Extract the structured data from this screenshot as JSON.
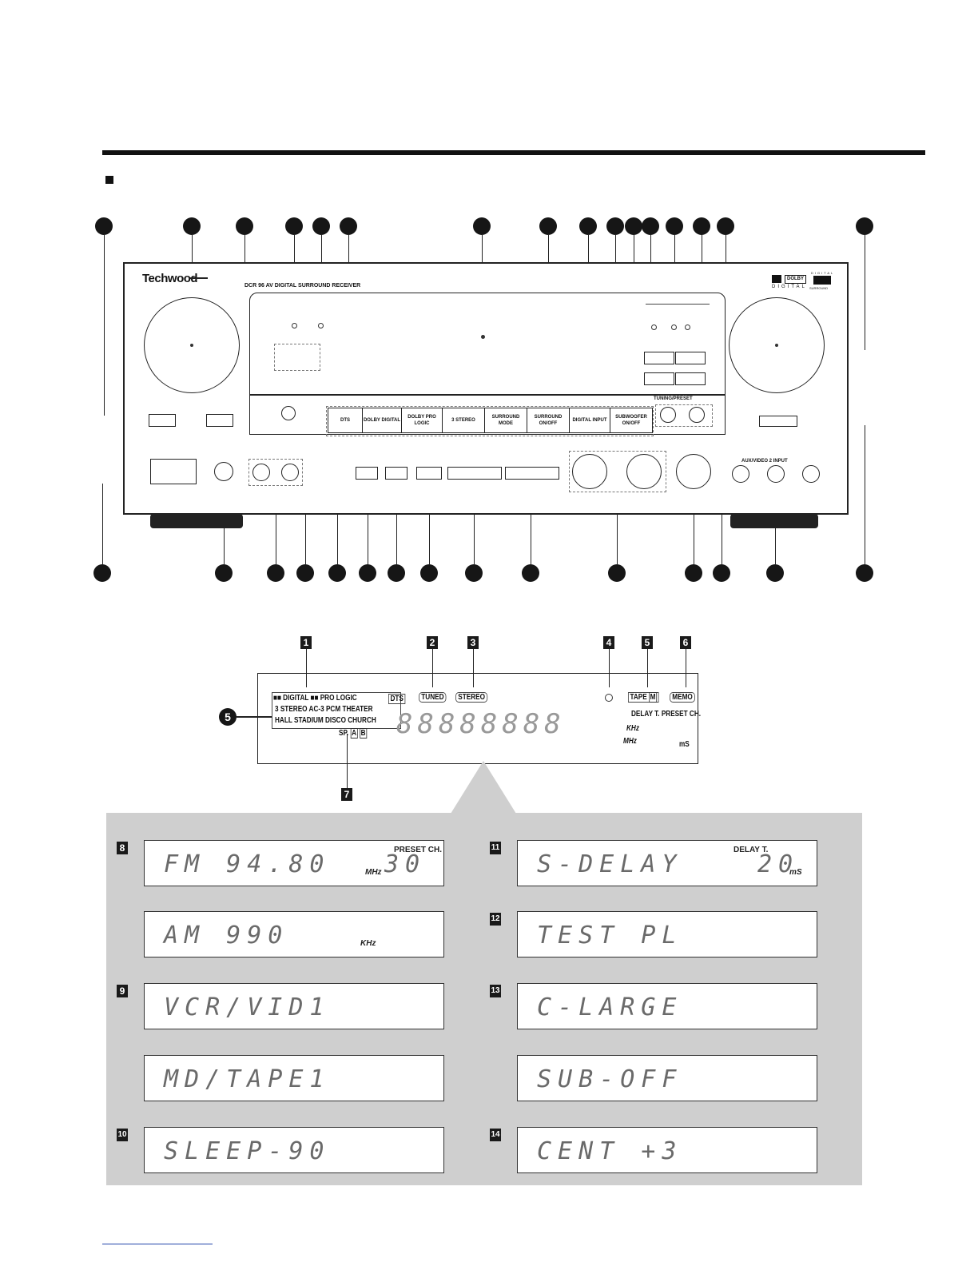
{
  "receiver": {
    "brand": "Techwood",
    "model_text": "DCR 96 AV DIGITAL SURROUND RECEIVER",
    "dolby_badge": "DOLBY",
    "dolby_text": "DIGITAL",
    "dts_top": "DIGITAL",
    "dts_bottom": "SURROUND",
    "buttons": {
      "dts": "DTS",
      "dolby_digital": "DOLBY DIGITAL",
      "dolby_pro_logic": "DOLBY PRO LOGIC",
      "three_stereo": "3 STEREO",
      "surround_mode": "SURROUND MODE",
      "surround_onoff": "SURROUND ON/OFF",
      "digital_input": "DIGITAL INPUT",
      "subwoofer_onoff": "SUBWOOFER ON/OFF"
    },
    "tuning_preset": "TUNING/PRESET",
    "av_input": "AUX/VIDEO 2 INPUT"
  },
  "lcd": {
    "callout_5": "5",
    "labels": [
      "1",
      "2",
      "3",
      "4",
      "5",
      "6",
      "7"
    ],
    "line1": "DIGITAL",
    "line1b": "PRO LOGIC",
    "dts": "DTS",
    "line2": "3 STEREO AC-3 PCM THEATER",
    "line3": "HALL STADIUM DISCO CHURCH",
    "sp": "SP.",
    "sp_a": "A",
    "sp_b": "B",
    "tuned": "TUNED",
    "stereo": "STEREO",
    "tape": "TAPE",
    "tape_m": "M",
    "memo": "MEMO",
    "delay_preset": "DELAY T. PRESET CH.",
    "khz": "KHz",
    "mhz": "MHz",
    "ms": "mS",
    "segments": "88888888"
  },
  "displays": [
    {
      "id": "8",
      "text": "FM    94.80",
      "unit": "MHz",
      "extra": "30",
      "top_label": "PRESET CH."
    },
    {
      "id": "",
      "text": "AM      990",
      "unit": "KHz",
      "extra": "",
      "top_label": ""
    },
    {
      "id": "9",
      "text": "VCR/VID1",
      "unit": "",
      "extra": "",
      "top_label": ""
    },
    {
      "id": "",
      "text": "MD/TAPE1",
      "unit": "",
      "extra": "",
      "top_label": ""
    },
    {
      "id": "10",
      "text": "SLEEP-90",
      "unit": "",
      "extra": "",
      "top_label": ""
    },
    {
      "id": "11",
      "text": "S-DELAY",
      "unit": "mS",
      "extra": "20",
      "top_label": "DELAY T."
    },
    {
      "id": "12",
      "text": "TEST PL",
      "unit": "",
      "extra": "",
      "top_label": ""
    },
    {
      "id": "13",
      "text": "C-LARGE",
      "unit": "",
      "extra": "",
      "top_label": ""
    },
    {
      "id": "",
      "text": "SUB-OFF",
      "unit": "",
      "extra": "",
      "top_label": ""
    },
    {
      "id": "14",
      "text": "CENT  +3",
      "unit": "",
      "extra": "",
      "top_label": ""
    }
  ]
}
